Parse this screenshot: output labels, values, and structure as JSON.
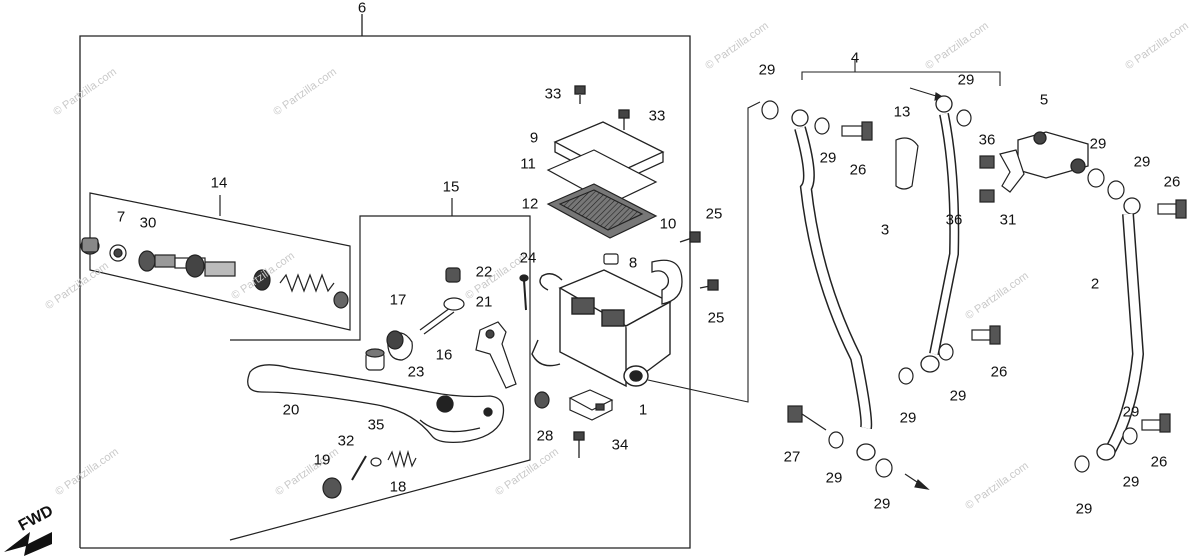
{
  "watermark": "© Partzilla.com",
  "fwd_label": "FWD",
  "callouts": [
    {
      "id": "c6",
      "text": "6"
    },
    {
      "id": "c29a",
      "text": "29"
    },
    {
      "id": "c4",
      "text": "4"
    },
    {
      "id": "c29b",
      "text": "29"
    },
    {
      "id": "c5",
      "text": "5"
    },
    {
      "id": "c33a",
      "text": "33"
    },
    {
      "id": "c33b",
      "text": "33"
    },
    {
      "id": "c13",
      "text": "13"
    },
    {
      "id": "c9",
      "text": "9"
    },
    {
      "id": "c29c",
      "text": "29"
    },
    {
      "id": "c36a",
      "text": "36"
    },
    {
      "id": "c29d",
      "text": "29"
    },
    {
      "id": "c26a",
      "text": "26"
    },
    {
      "id": "c11",
      "text": "11"
    },
    {
      "id": "c29e",
      "text": "29"
    },
    {
      "id": "c26b",
      "text": "26"
    },
    {
      "id": "c14",
      "text": "14"
    },
    {
      "id": "c15",
      "text": "15"
    },
    {
      "id": "c12",
      "text": "12"
    },
    {
      "id": "c10",
      "text": "10"
    },
    {
      "id": "c25a",
      "text": "25"
    },
    {
      "id": "c7",
      "text": "7"
    },
    {
      "id": "c30",
      "text": "30"
    },
    {
      "id": "c36b",
      "text": "36"
    },
    {
      "id": "c31",
      "text": "31"
    },
    {
      "id": "c3",
      "text": "3"
    },
    {
      "id": "c8",
      "text": "8"
    },
    {
      "id": "c24",
      "text": "24"
    },
    {
      "id": "c22",
      "text": "22"
    },
    {
      "id": "c2",
      "text": "2"
    },
    {
      "id": "c17",
      "text": "17"
    },
    {
      "id": "c21",
      "text": "21"
    },
    {
      "id": "c25b",
      "text": "25"
    },
    {
      "id": "c16",
      "text": "16"
    },
    {
      "id": "c23",
      "text": "23"
    },
    {
      "id": "c26c",
      "text": "26"
    },
    {
      "id": "c29f",
      "text": "29"
    },
    {
      "id": "c29g",
      "text": "29"
    },
    {
      "id": "c20",
      "text": "20"
    },
    {
      "id": "c1",
      "text": "1"
    },
    {
      "id": "c29h",
      "text": "29"
    },
    {
      "id": "c35",
      "text": "35"
    },
    {
      "id": "c28",
      "text": "28"
    },
    {
      "id": "c32",
      "text": "32"
    },
    {
      "id": "c34",
      "text": "34"
    },
    {
      "id": "c26d",
      "text": "26"
    },
    {
      "id": "c19",
      "text": "19"
    },
    {
      "id": "c27",
      "text": "27"
    },
    {
      "id": "c29i",
      "text": "29"
    },
    {
      "id": "c29j",
      "text": "29"
    },
    {
      "id": "c18",
      "text": "18"
    },
    {
      "id": "c29k",
      "text": "29"
    },
    {
      "id": "c29l",
      "text": "29"
    }
  ]
}
